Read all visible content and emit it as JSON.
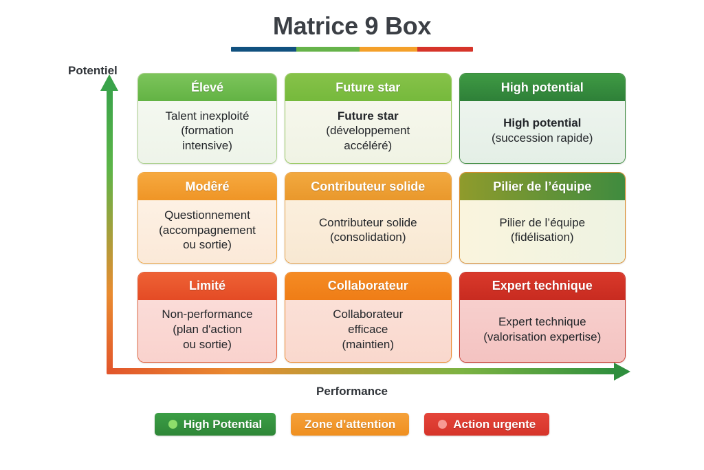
{
  "header": {
    "title": "Matrice 9 Box",
    "rule_segments": [
      {
        "name": "blue",
        "color": "#11517f",
        "width_pct": 27
      },
      {
        "name": "green",
        "color": "#66b34a",
        "width_pct": 26
      },
      {
        "name": "orange",
        "color": "#f4a02a",
        "width_pct": 24
      },
      {
        "name": "red",
        "color": "#d6342a",
        "width_pct": 23
      }
    ]
  },
  "axes": {
    "y_label": "Potentiel",
    "x_label": "Performance",
    "y_arrow_icon": "arrow-up-icon",
    "x_arrow_icon": "arrow-right-icon"
  },
  "matrix": {
    "cells": [
      {
        "id": "high-potential-low-performance",
        "header": "Élevé",
        "body_main": "Talent inexploité",
        "body_sub": "(formation\nintensive)",
        "bold_main": false
      },
      {
        "id": "high-potential-medium-performance",
        "header": "Future star",
        "body_main": "Future star",
        "body_sub": "(développement\naccéléré)",
        "bold_main": true
      },
      {
        "id": "high-potential-high-performance",
        "header": "High potential",
        "body_main": "High potential",
        "body_sub": "(succession rapide)",
        "bold_main": true
      },
      {
        "id": "medium-potential-low-performance",
        "header": "Modêré",
        "body_main": "Questionnement",
        "body_sub": "(accompagnement\nou sortie)",
        "bold_main": false
      },
      {
        "id": "medium-potential-medium-performance",
        "header": "Contributeur solide",
        "body_main": "Contributeur solide",
        "body_sub": "(consolidation)",
        "bold_main": false
      },
      {
        "id": "medium-potential-high-performance",
        "header": "Pilier de l’équipe",
        "body_main": "Pilier de l’équipe",
        "body_sub": "(fidélisation)",
        "bold_main": false
      },
      {
        "id": "low-potential-low-performance",
        "header": "Limité",
        "body_main": "Non-performance",
        "body_sub": "(plan d'action\nou sortie)",
        "bold_main": false
      },
      {
        "id": "low-potential-medium-performance",
        "header": "Collaborateur",
        "body_main": "Collaborateur\nefficace",
        "body_sub": "(maintien)",
        "bold_main": false
      },
      {
        "id": "low-potential-high-performance",
        "header": "Expert technique",
        "body_main": "Expert technique",
        "body_sub": "(valorisation expertise)",
        "bold_main": false
      }
    ]
  },
  "legend": {
    "items": [
      {
        "label": "High Potential",
        "color": "#3b9e45",
        "dot": true,
        "dot_color": "#8ede6b"
      },
      {
        "label": "Zone d’attention",
        "color": "#f5a13a",
        "dot": false,
        "dot_color": ""
      },
      {
        "label": "Action urgente",
        "color": "#e4453a",
        "dot": true,
        "dot_color": "#f79a93"
      }
    ]
  }
}
